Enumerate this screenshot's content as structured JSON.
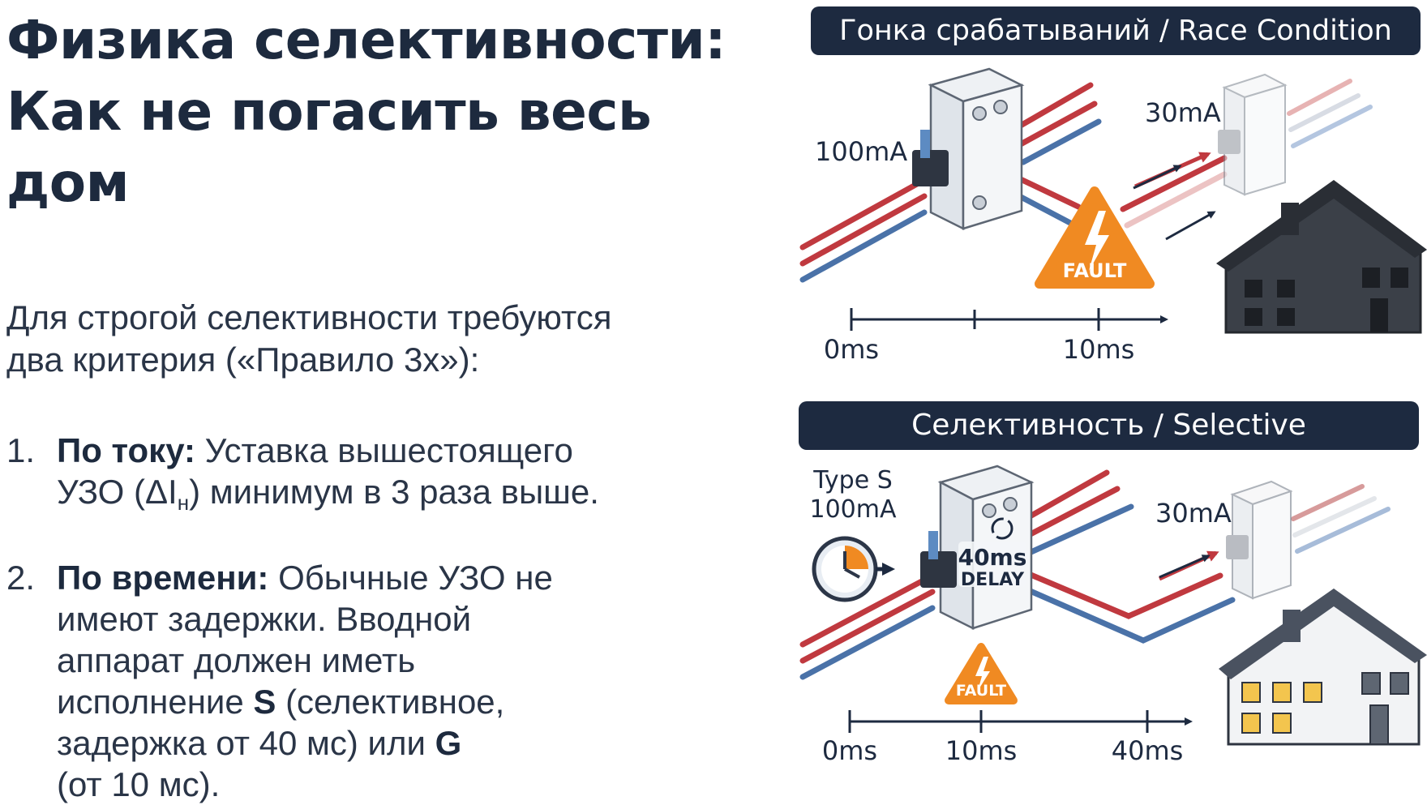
{
  "title_line1": "Физика селективности:",
  "title_line2": "Как не погасить весь дом",
  "intro_line1": "Для строгой селективности требуются",
  "intro_line2": "два критерия («Правило 3х»):",
  "criterion1": {
    "number": "1.",
    "label": "По току:",
    "text_a": "Уставка вышестоящего",
    "text_b1": "УЗО (ΔI",
    "text_sub": "н",
    "text_b2": ") минимум в 3 раза выше."
  },
  "criterion2": {
    "number": "2.",
    "label": "По времени:",
    "line1": "Обычные УЗО не",
    "line2": "имеют задержки. Вводной",
    "line3": "аппарат должен иметь",
    "line4a": "исполнение ",
    "s_letter": "S",
    "line4b": " (селективное,",
    "line5a": "задержка от 40 мс) или ",
    "g_letter": "G",
    "line6": "(от 10 мс)."
  },
  "panel_race": {
    "header": "Гонка срабатываний / Race Condition",
    "upstream_label": "100mA",
    "downstream_label": "30mA",
    "fault_label": "FAULT",
    "timeline_ticks": [
      "0ms",
      "10ms"
    ]
  },
  "panel_selective": {
    "header": "Селективность / Selective",
    "upstream_type": "Type S",
    "upstream_label": "100mA",
    "delay_value": "40ms",
    "delay_label": "DELAY",
    "downstream_label": "30mA",
    "fault_label": "FAULT",
    "timeline_ticks": [
      "0ms",
      "10ms",
      "40ms"
    ]
  },
  "colors": {
    "header_bg": "#1d2a40",
    "wire_red": "#c0393f",
    "wire_blue": "#4a72a8",
    "fault_orange": "#f08a22",
    "house_dark": "#3b4048",
    "window_lit": "#f3c54e"
  }
}
